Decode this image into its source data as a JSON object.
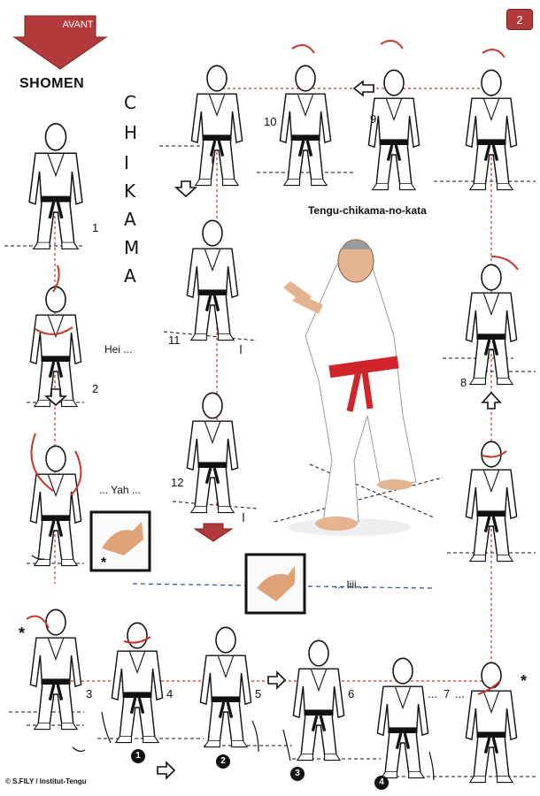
{
  "page_number": "2",
  "direction": {
    "avant_label": "AVANT",
    "shomen_label": "SHOMEN"
  },
  "vertical_title": [
    "C",
    "H",
    "I",
    "K",
    "A",
    "M",
    "A"
  ],
  "kata_title": "Tengu-chikama-no-kata",
  "calls": {
    "hei": "Hei ...",
    "yah": "... Yah ...",
    "iiii": "... Iiii ..."
  },
  "steps": [
    "1",
    "2",
    "3",
    "4",
    "5",
    "6",
    "7",
    "8",
    "9",
    "10",
    "11",
    "12"
  ],
  "step_7_prefix": "...",
  "step_7_suffix": "...",
  "foot_markers": [
    "1",
    "2",
    "3",
    "4"
  ],
  "asterisk": "*",
  "copyright": "© S.FILY / Institut-Tengu",
  "colors": {
    "accent_red": "#b33a3a",
    "dashed_red": "#c0392b",
    "dashed_blue": "#2a4d8f",
    "belt_black": "#111111",
    "belt_red": "#d0242a",
    "gi_white": "#ffffff",
    "skin": "#e3b48f"
  },
  "icons": {
    "direction_arrow": "down-arrow-red",
    "flow_arrows": "outline-arrow"
  }
}
